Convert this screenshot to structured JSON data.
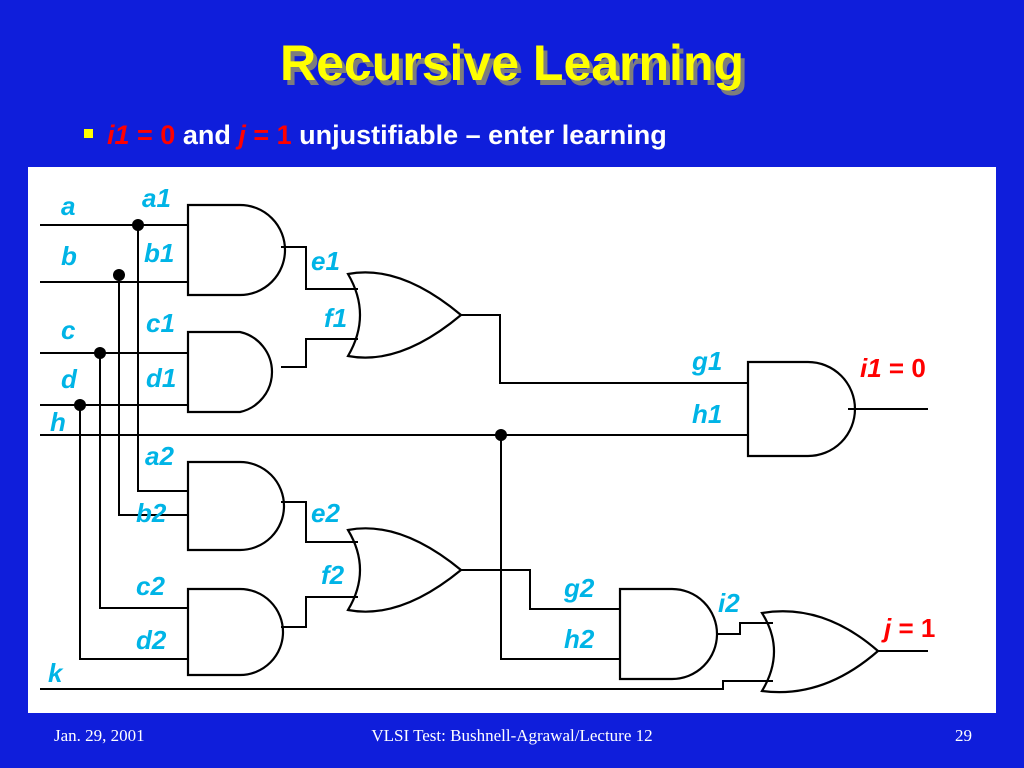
{
  "slide": {
    "title": "Recursive Learning",
    "bullet": {
      "i1": "i1",
      "eq0": " = 0",
      "and": " and ",
      "j": "j",
      "eq1": " = 1",
      "rest": " unjustifiable – enter learning"
    },
    "footer": {
      "date": "Jan. 29, 2001",
      "course": "VLSI Test: Bushnell-Agrawal/Lecture 12",
      "page": "29"
    }
  },
  "diagram": {
    "inputs": [
      "a",
      "b",
      "c",
      "d",
      "h",
      "k"
    ],
    "gate_inputs": {
      "a1": "a1",
      "b1": "b1",
      "c1": "c1",
      "d1": "d1",
      "a2": "a2",
      "b2": "b2",
      "c2": "c2",
      "d2": "d2",
      "e1": "e1",
      "f1": "f1",
      "e2": "e2",
      "f2": "f2",
      "g1": "g1",
      "h1": "h1",
      "g2": "g2",
      "h2": "h2",
      "i2": "i2"
    },
    "outputs": {
      "i1_name": "i1",
      "i1_value": " = 0",
      "j_name": "j",
      "j_value": " = 1"
    },
    "gates": [
      {
        "name": "and-gate-1",
        "type": "AND",
        "inputs": [
          "a1",
          "b1"
        ],
        "output": "e1"
      },
      {
        "name": "and-gate-2",
        "type": "AND",
        "inputs": [
          "c1",
          "d1"
        ],
        "output": "f1"
      },
      {
        "name": "or-gate-1",
        "type": "OR",
        "inputs": [
          "e1",
          "f1"
        ],
        "output": "g1"
      },
      {
        "name": "and-gate-3",
        "type": "AND",
        "inputs": [
          "g1",
          "h1"
        ],
        "output": "i1"
      },
      {
        "name": "and-gate-4",
        "type": "AND",
        "inputs": [
          "a2",
          "b2"
        ],
        "output": "e2"
      },
      {
        "name": "and-gate-5",
        "type": "AND",
        "inputs": [
          "c2",
          "d2"
        ],
        "output": "f2"
      },
      {
        "name": "or-gate-2",
        "type": "OR",
        "inputs": [
          "e2",
          "f2"
        ],
        "output": "g2"
      },
      {
        "name": "and-gate-6",
        "type": "AND",
        "inputs": [
          "g2",
          "h2"
        ],
        "output": "i2"
      },
      {
        "name": "or-gate-3",
        "type": "OR",
        "inputs": [
          "i2",
          "k"
        ],
        "output": "j"
      }
    ],
    "colors": {
      "background": "#0f1edb",
      "title": "#ffff00",
      "label": "#00b4e6",
      "value": "#ff0000",
      "wire": "#000000"
    }
  }
}
